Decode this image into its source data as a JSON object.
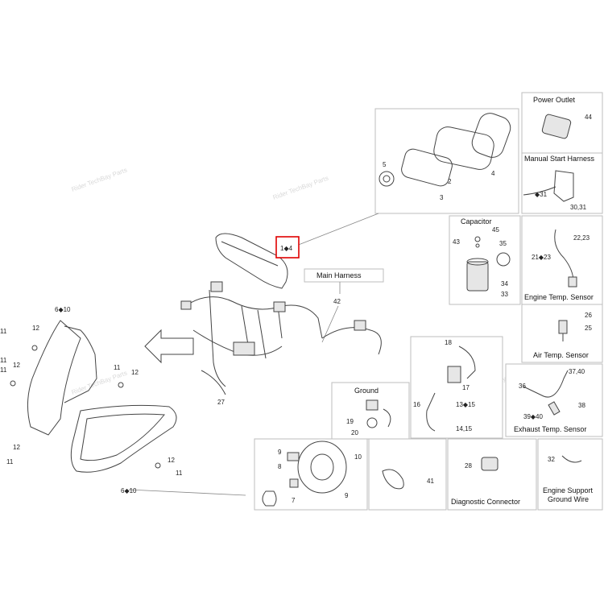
{
  "callouts": {
    "main_ref": "1◆4",
    "c6_10_top": "6◆10",
    "c6_10_bot": "6◆10",
    "c11a": "11",
    "c12a": "12",
    "c11b": "11",
    "c11c": "11",
    "c12b": "12",
    "c11d": "11",
    "c12c": "12",
    "c12d": "12",
    "c11e": "11",
    "c12e": "12",
    "c11f": "11",
    "c27": "27",
    "c42": "42",
    "c5": "5",
    "c2": "2",
    "c4": "4",
    "c3": "3"
  },
  "boxes": {
    "power_outlet": {
      "title": "Power Outlet",
      "n44": "44"
    },
    "manual_start_harness": {
      "title": "Manual Start Harness",
      "n31": "◆31",
      "n3031": "30,31"
    },
    "capacitor": {
      "title": "Capacitor",
      "n45": "45",
      "n43": "43",
      "n35": "35",
      "n34": "34",
      "n33": "33"
    },
    "engine_temp_sensor": {
      "title": "Engine Temp. Sensor",
      "n2223": "22,23",
      "n2123": "21◆23"
    },
    "air_temp_sensor": {
      "title": "Air Temp. Sensor",
      "n26": "26",
      "n25": "25"
    },
    "main_harness": {
      "title": "Main Harness"
    },
    "ground": {
      "title": "Ground",
      "n19": "19",
      "n20": "20"
    },
    "connector_group": {
      "n18": "18",
      "n17": "17",
      "n16": "16",
      "n1315": "13◆15",
      "n1415": "14,15"
    },
    "exhaust_temp_sensor": {
      "title": "Exhaust Temp. Sensor",
      "n3740": "37,40",
      "n36": "36",
      "n3940": "39◆40",
      "n38": "38"
    },
    "headlamp": {
      "n9a": "9",
      "n8": "8",
      "n10": "10",
      "n7": "7",
      "n9b": "9"
    },
    "cable_41": {
      "n41": "41"
    },
    "diagnostic_connector": {
      "title": "Diagnostic Connector",
      "n28": "28"
    },
    "engine_support_ground": {
      "title": "Engine Support Ground Wire",
      "n32": "32"
    }
  },
  "watermark": "Rider TechBay Parts"
}
